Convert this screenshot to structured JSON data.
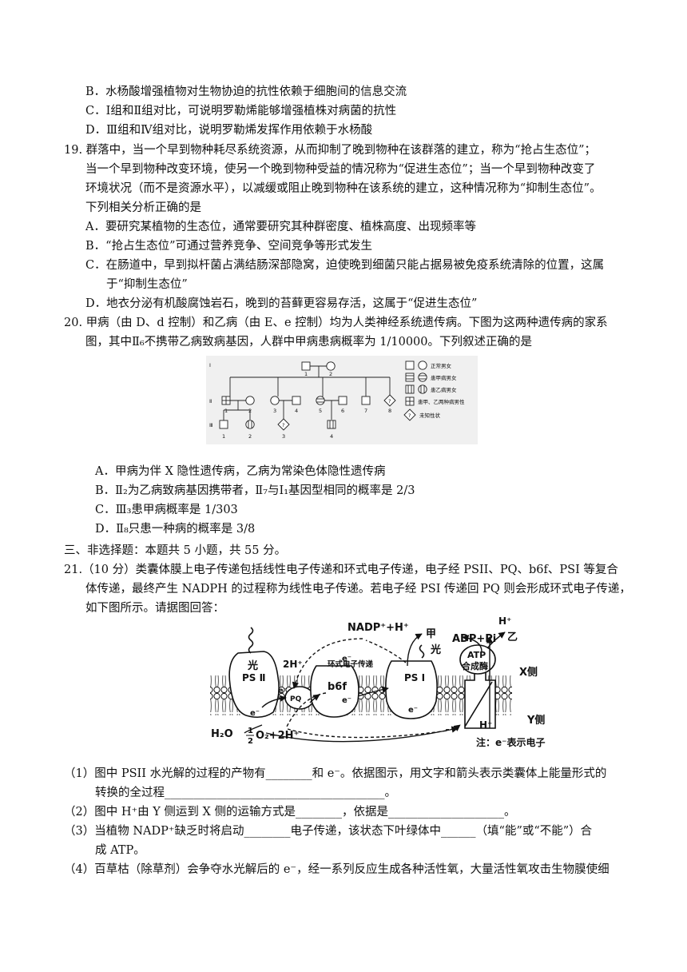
{
  "lines": {
    "q18b": "B．水杨酸增强植物对生物协迫的抗性依赖于细胞间的信息交流",
    "q18c": "C．Ⅰ组和Ⅱ组对比，可说明罗勒烯能够增强植株对病菌的抗性",
    "q18d": "D．Ⅲ组和Ⅳ组对比，说明罗勒烯发挥作用依赖于水杨酸",
    "q19_1": "19.  群落中，当一个早到物种耗尽系统资源，从而抑制了晚到物种在该群落的建立，称为“抢占生态位”；",
    "q19_2": "当一个早到物种改变环境，使另一个晚到物种受益的情况称为“促进生态位”；当一个早到物种改变了",
    "q19_3": "环境状况（而不是资源水平），以减缓或阻止晚到物种在该系统的建立，这种情况称为“抑制生态位”。",
    "q19_4": "下列相关分析正确的是",
    "q19a": "A．要研究某植物的生态位，通常要研究其种群密度、植株高度、出现频率等",
    "q19b": "B．“抢占生态位”可通过营养竞争、空间竞争等形式发生",
    "q19c1": "C．在肠道中，早到拟杆菌占满结肠深部隐窝，迫使晚到细菌只能占据易被免疫系统清除的位置，这属",
    "q19c2": "于“抑制生态位”",
    "q19d": "D．地衣分泌有机酸腐蚀岩石，晚到的苔藓更容易存活，这属于“促进生态位”",
    "q20_1": "20.  甲病（由 D、d 控制）和乙病（由 E、e 控制）均为人类神经系统遗传病。下图为这两种遗传病的家系",
    "q20_2": "图，其中Ⅱ₆不携带乙病致病基因，人群中甲病患病概率为 1/10000。下列叙述正确的是",
    "q20a": "A．甲病为伴 X 隐性遗传病，乙病为常染色体隐性遗传病",
    "q20b": "B．Ⅱ₂为乙病致病基因携带者，Ⅱ₇与Ⅰ₁基因型相同的概率是 2/3",
    "q20c": "C．Ⅲ₃患甲病概率是 1/303",
    "q20d": "D．Ⅱ₈只患一种病的概率是 3/8",
    "sec3": "三、非选择题：本题共 5 小题，共 55 分。",
    "q21_1": "21.（10 分）类囊体膜上电子传递包括线性电子传递和环式电子传递，电子经 PSII、PQ、b6f、PSI 等复合",
    "q21_2": "体传递，最终产生 NADPH 的过程称为线性电子传递。若电子经 PSI 传递回 PQ 则会形成环式电子传递，",
    "q21_3": "如下图所示。请据图回答：",
    "q21s1a": "（1）图中 PSII 水光解的过程的产物有________和 e⁻。依据图示，用文字和箭头表示类囊体上能量形式的",
    "q21s1b": "转换的全过程______________________________________。",
    "q21s2": "（2）图中 H⁺由 Y 侧运到 X 侧的运输方式是________，依据是____________________。",
    "q21s3a": "（3）当植物 NADP⁺缺乏时将启动________电子传递，该状态下叶绿体中______（填“能”或“不能”）合",
    "q21s3b": "成 ATP。",
    "q21s4": "（4）百草枯（除草剂）会争夺水光解后的 e⁻，经一系列反应生成各种活性氧，大量活性氧攻击生物膜使细"
  },
  "pedigree": {
    "gen1": "Ⅰ",
    "gen2": "Ⅱ",
    "gen3": "Ⅲ",
    "n_i1": "1",
    "n_i2": "2",
    "n_ii1": "1",
    "n_ii2": "2",
    "n_ii3": "3",
    "n_ii4": "4",
    "n_ii5": "5",
    "n_ii6": "6",
    "n_ii7": "7",
    "n_ii8": "8",
    "n_iii1": "1",
    "n_iii2": "2",
    "n_iii3": "3",
    "n_iii4": "4",
    "unknown_mark": "?",
    "legend_normal": "正常男女",
    "legend_a": "患甲病男女",
    "legend_b": "患乙病男女",
    "legend_ab": "患甲、乙两种病男性",
    "legend_unknown": "未知性状"
  },
  "photo": {
    "nadp": "NADP⁺+H⁺",
    "jia": "甲",
    "light1": "光",
    "light2": "光",
    "adp": "ADP+Pi",
    "yi": "乙",
    "hplus_top": "H⁺",
    "two_h": "2H⁺",
    "cyclic": "环式电子传递",
    "psii": "PS Ⅱ",
    "psi": "PS Ⅰ",
    "b6f": "b6f",
    "pq": "PQ",
    "atp": "ATP",
    "synthase": "合成酶",
    "xside": "X侧",
    "yside": "Y侧",
    "hplus_bottom": "H⁺",
    "water": "H₂O",
    "half": "1",
    "half_den": "2",
    "o2": "O₂+2H⁺",
    "note": "注：e⁻表示电子",
    "e1": "e⁻",
    "e2": "e⁻",
    "e3": "e⁻",
    "e4": "e⁻",
    "e5": "e⁻"
  }
}
